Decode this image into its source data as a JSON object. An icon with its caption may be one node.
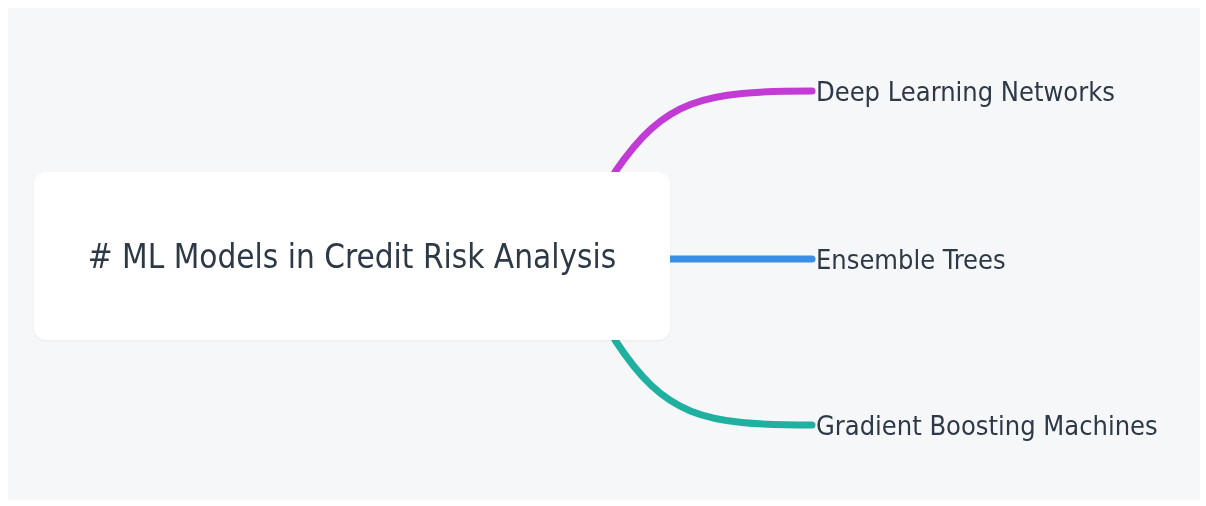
{
  "diagram": {
    "nodes": [
      {
        "text": [
          "# ML Models in Credit Risk Analysis"
        ]
      },
      {
        "text": [
          "Deep Learning Networks"
        ]
      },
      {
        "text": [
          "Ensemble Trees"
        ]
      },
      {
        "text": [
          "Gradient Boosting Machines"
        ]
      }
    ],
    "edges": [
      {
        "from": 0,
        "to": 1,
        "arrow": "none",
        "color": "#c23bd4"
      },
      {
        "from": 0,
        "to": 2,
        "arrow": "none",
        "color": "#3b8fe4"
      },
      {
        "from": 0,
        "to": 3,
        "arrow": "none",
        "color": "#1fb0a0"
      }
    ]
  }
}
